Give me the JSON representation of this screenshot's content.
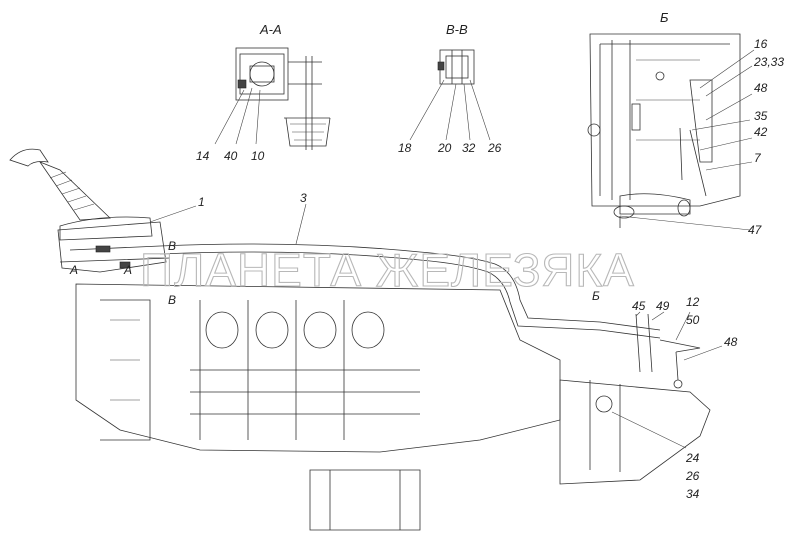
{
  "sections": {
    "aa": "A-A",
    "bb": "B-B",
    "b_view": "Б"
  },
  "watermark": "ПЛАНЕТА ЖЕЛЕЗЯКА",
  "labels": {
    "aa_14": "14",
    "aa_40": "40",
    "aa_10": "10",
    "bb_18": "18",
    "bb_20": "20",
    "bb_32": "32",
    "bb_26": "26",
    "bv_16": "16",
    "bv_2333": "23,33",
    "bv_48": "48",
    "bv_35": "35",
    "bv_42": "42",
    "bv_7": "7",
    "bv_47": "47",
    "m_1": "1",
    "m_3": "3",
    "m_A1": "A",
    "m_A2": "A",
    "m_B1": "B",
    "m_B2": "B",
    "m_b": "Б",
    "m_45": "45",
    "m_49": "49",
    "m_12": "12",
    "m_50": "50",
    "m_48": "48",
    "m_24": "24",
    "m_26": "26",
    "m_34": "34"
  }
}
